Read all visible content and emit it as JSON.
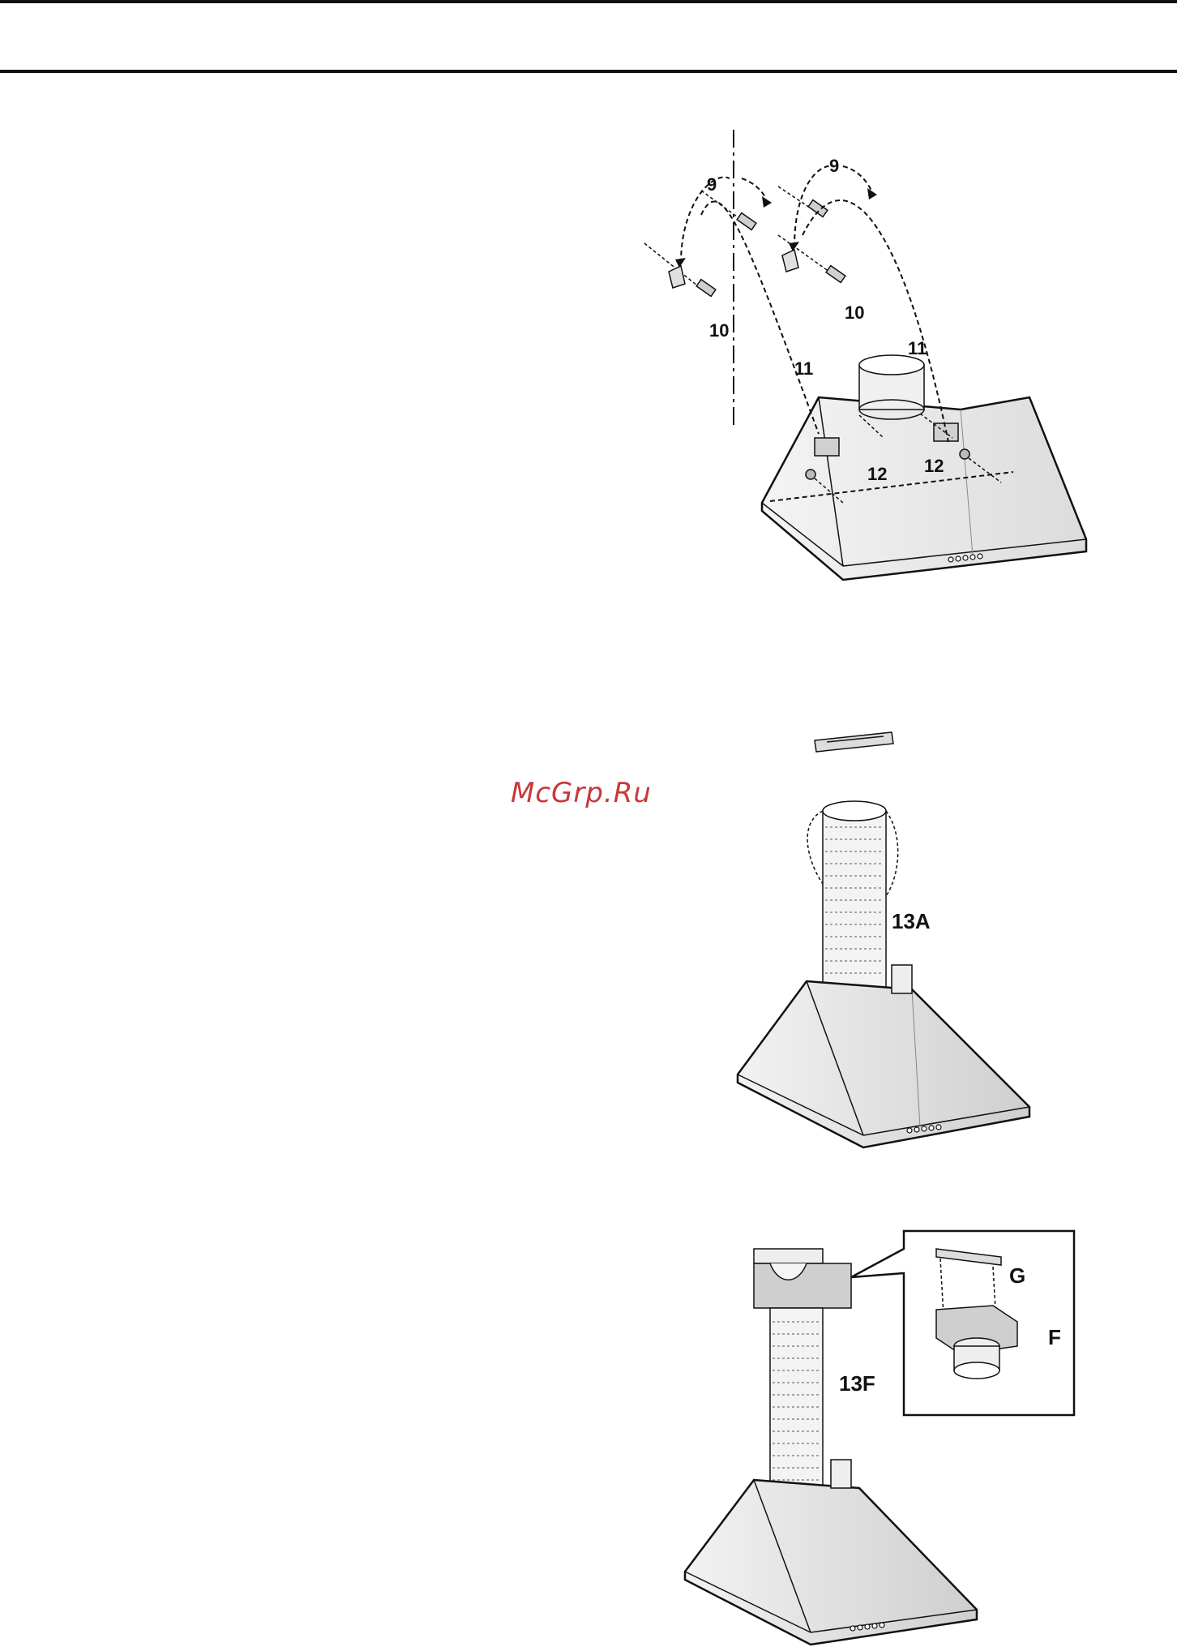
{
  "watermark": "McGrp.Ru",
  "figure_top": {
    "labels": {
      "step_9": "9",
      "step_10": "10",
      "step_11": "11",
      "step_12": "12"
    }
  },
  "figure_middle": {
    "labels": {
      "step_13a": "13A"
    }
  },
  "figure_bottom": {
    "labels": {
      "step_13f": "13F",
      "part_g": "G",
      "part_f": "F"
    }
  },
  "colors": {
    "line": "#111111",
    "hood_fill": "#e6e6e6",
    "shade": "#c9c9c9",
    "watermark": "#c8383b"
  }
}
